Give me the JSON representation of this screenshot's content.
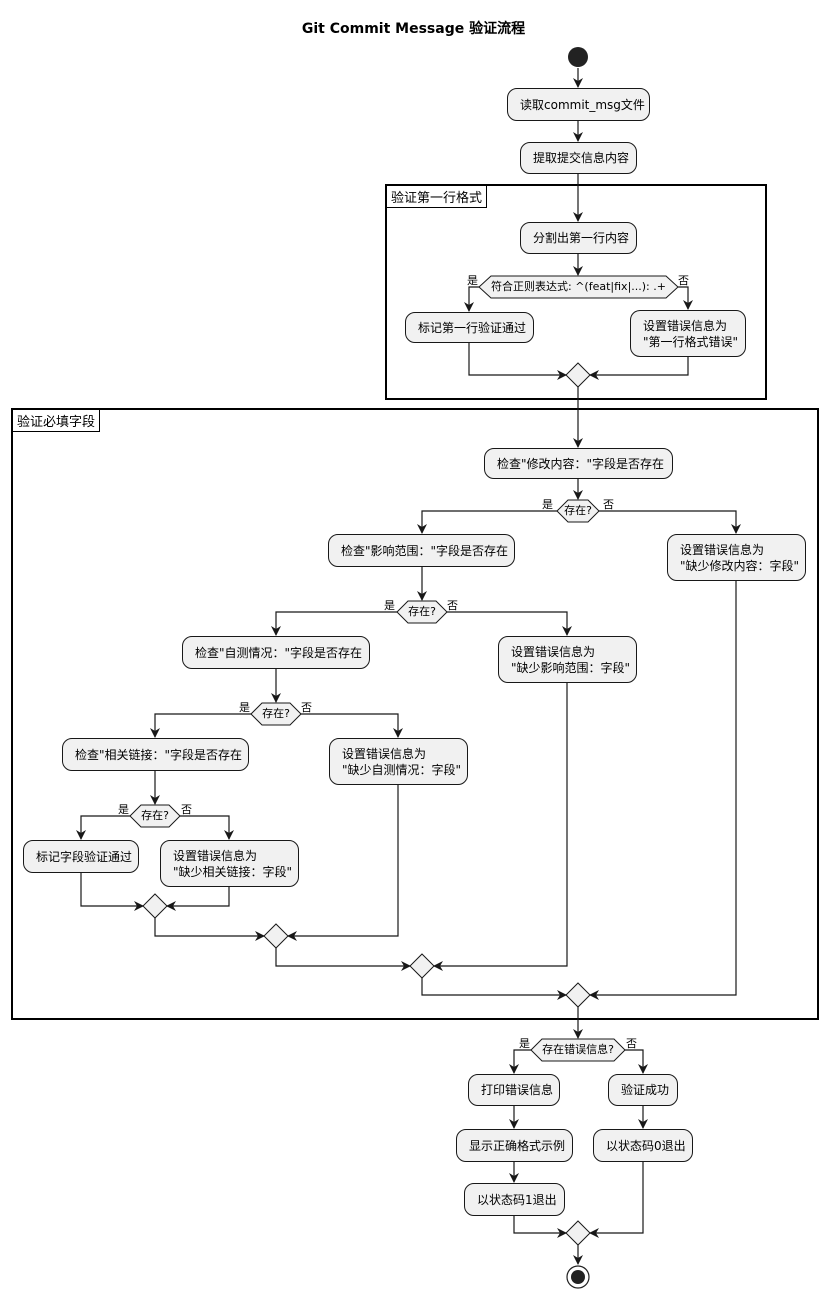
{
  "title": "Git Commit Message 验证流程",
  "frames": {
    "first_line": "验证第一行格式",
    "required_fields": "验证必填字段"
  },
  "activities": {
    "read_file": "读取commit_msg文件",
    "extract_content": "提取提交信息内容",
    "split_first_line": "分割出第一行内容",
    "mark_first_line_ok": "标记第一行验证通过",
    "set_err_first_line": "设置错误信息为\n\"第一行格式错误\"",
    "check_modify": "检查\"修改内容：\"字段是否存在",
    "set_err_modify": "设置错误信息为\n\"缺少修改内容：字段\"",
    "check_scope": "检查\"影响范围：\"字段是否存在",
    "set_err_scope": "设置错误信息为\n\"缺少影响范围：字段\"",
    "check_selftest": "检查\"自测情况：\"字段是否存在",
    "set_err_selftest": "设置错误信息为\n\"缺少自测情况：字段\"",
    "check_links": "检查\"相关链接：\"字段是否存在",
    "mark_fields_ok": "标记字段验证通过",
    "set_err_links": "设置错误信息为\n\"缺少相关链接：字段\"",
    "print_error": "打印错误信息",
    "show_example": "显示正确格式示例",
    "exit_1": "以状态码1退出",
    "verify_ok": "验证成功",
    "exit_0": "以状态码0退出"
  },
  "decisions": {
    "regex": "符合正则表达式: ^(feat|fix|...): .+",
    "exists_modify": "存在?",
    "exists_scope": "存在?",
    "exists_selftest": "存在?",
    "exists_links": "存在?",
    "has_error": "存在错误信息?"
  },
  "branch_labels": {
    "yes": "是",
    "no": "否"
  }
}
